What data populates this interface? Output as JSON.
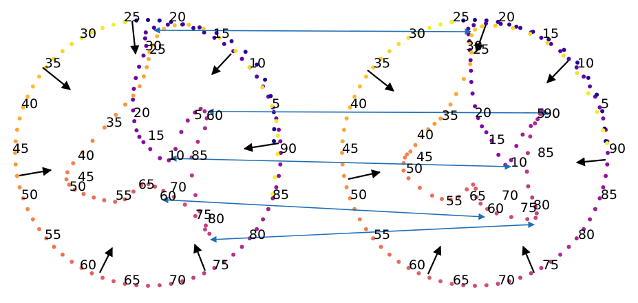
{
  "figure": {
    "colormap": [
      "#0d0887",
      "#5302a3",
      "#8b0aa5",
      "#b83289",
      "#db5c68",
      "#f48849",
      "#febc2a",
      "#f0f921"
    ],
    "arrow_black": "#000000",
    "arrow_blue": "#1f6fb5",
    "panels": [
      {
        "outer_labels": [
          "25",
          "20",
          "15",
          "10",
          "5",
          "90",
          "85",
          "80",
          "75",
          "70",
          "65",
          "60",
          "55",
          "50",
          "45",
          "40",
          "35",
          "30"
        ],
        "inner_labels": [
          "30",
          "25",
          "20",
          "15",
          "10",
          "5",
          "60",
          "85",
          "80",
          "75",
          "70",
          "65",
          "60",
          "55",
          "50",
          "45",
          "40",
          "35"
        ]
      },
      {
        "outer_labels": [
          "25",
          "20",
          "15",
          "10",
          "5",
          "90",
          "85",
          "80",
          "75",
          "70",
          "65",
          "60",
          "55",
          "50",
          "45",
          "40",
          "35",
          "30"
        ],
        "inner_labels": [
          "30",
          "25",
          "20",
          "15",
          "10",
          "5",
          "90",
          "85",
          "80",
          "75",
          "70",
          "65",
          "60",
          "55",
          "50",
          "45",
          "40",
          "35"
        ]
      }
    ]
  }
}
